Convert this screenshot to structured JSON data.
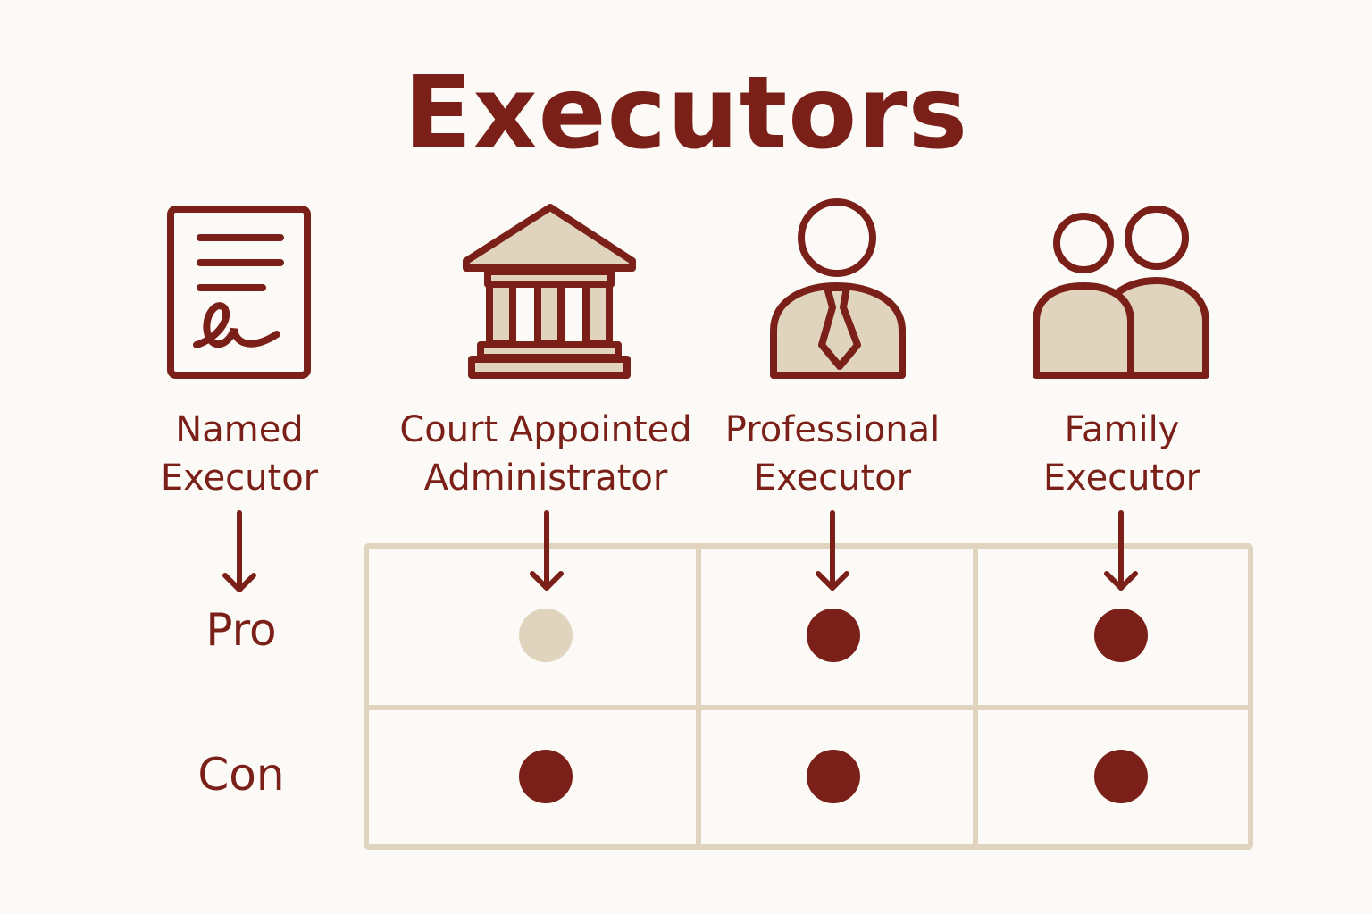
{
  "title": "Executors",
  "colors": {
    "primary": "#7a2018",
    "secondary": "#e0d4bf",
    "background": "#fcfaf6"
  },
  "columns": [
    {
      "line1": "Named",
      "line2": "Executor",
      "icon": "document-signature-icon"
    },
    {
      "line1": "Court Appointed",
      "line2": "Administrator",
      "icon": "courthouse-icon"
    },
    {
      "line1": "Professional",
      "line2": "Executor",
      "icon": "businessperson-icon"
    },
    {
      "line1": "Family",
      "line2": "Executor",
      "icon": "two-people-icon"
    }
  ],
  "rows": [
    "Pro",
    "Con"
  ],
  "matrix": {
    "Pro": [
      "light",
      "dark",
      "dark"
    ],
    "Con": [
      "dark",
      "dark",
      "dark"
    ]
  }
}
